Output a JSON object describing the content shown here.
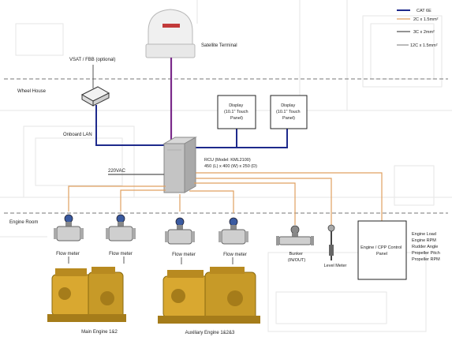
{
  "labels": {
    "satellite_terminal": "Satellite Terminal",
    "vsat": "VSAT / FBB (optional)",
    "wheel_house": "Wheel House",
    "onboard_lan": "Onboard LAN",
    "display_1": [
      "Display",
      "(10.1\" Touch",
      "Panel)"
    ],
    "display_2": [
      "Display",
      "(10.1\" Touch",
      "Panel)"
    ],
    "rcu": [
      "RCU (Model: KML2100)",
      "450 (L) x 400 (W) x 250 (D)"
    ],
    "power": "220VAC",
    "engine_room": "Engine Room",
    "flow_meter_1": "Flow meter",
    "flow_meter_2": "Flow meter",
    "flow_meter_3": "Flow meter",
    "flow_meter_4": "Flow meter",
    "bunker": [
      "Bunker",
      "(IN/OUT)"
    ],
    "level_meter": "Level Meter",
    "control_panel": [
      "Engine / CPP Control",
      "Panel"
    ],
    "main_engine": "Main Engine 1&2",
    "aux_engine": "Auxiliary Engine 1&2&3"
  },
  "legend": {
    "cat6e": "CAT 6E",
    "c2": "2C x 1.5mm²",
    "c3": "3C x 2mm²",
    "c12": "12C x 1.5mm²"
  },
  "signals": [
    "Engine Load",
    "Engine RPM",
    "Rudder Angle",
    "Propeller Pitch",
    "Propeller RPM"
  ],
  "colors": {
    "lan": "#1e2a8c",
    "sat": "#7a2a8a",
    "signal": "#e0a060",
    "power": "#555555"
  }
}
